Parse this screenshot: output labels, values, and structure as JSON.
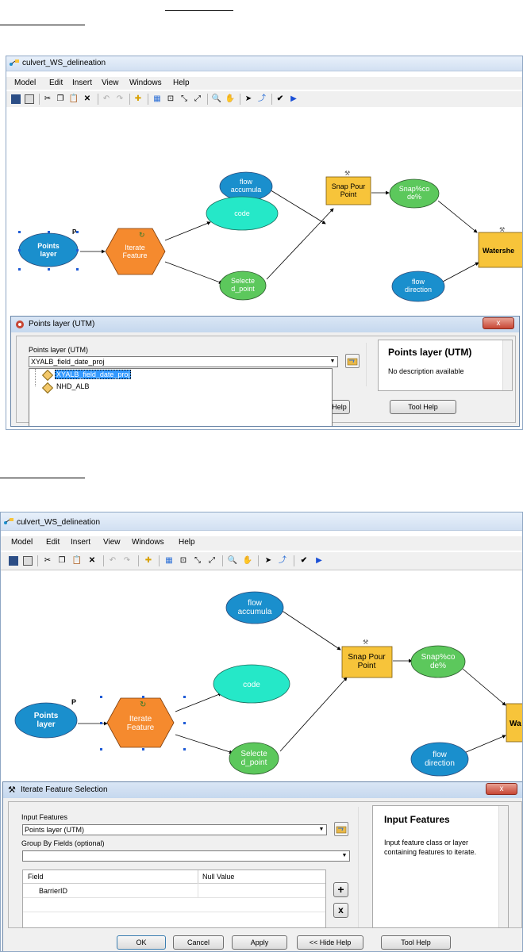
{
  "sections": {
    "top_label": "",
    "bottom_label": ""
  },
  "app": {
    "title": "culvert_WS_delineation",
    "menu": [
      "Model",
      "Edit",
      "Insert",
      "View",
      "Windows",
      "Help"
    ],
    "toolbar_icons": [
      "save-icon",
      "print-icon",
      "cut-icon",
      "copy-icon",
      "paste-icon",
      "delete-icon",
      "undo-icon",
      "redo-icon",
      "add-data-icon",
      "auto-layout-icon",
      "full-extent-icon",
      "zoom-in-icon",
      "zoom-out-icon",
      "zoom-icon",
      "pan-icon",
      "select-icon",
      "connect-icon",
      "validate-icon",
      "run-icon"
    ]
  },
  "model": {
    "nodes": {
      "flow_accum": "flow\naccumula",
      "snap_pour": "Snap Pour\nPoint",
      "snap_code": "Snap%co\nde%",
      "code": "code",
      "points": "Points\nlayer",
      "iterate": "Iterate\nFeature",
      "selected": "Selecte\nd_point",
      "flow_dir": "flow\ndirection",
      "watershed_top": "Watershe",
      "watershed_bottom": "Wa",
      "p_marker": "P"
    }
  },
  "dialog1": {
    "title": "Points layer (UTM)",
    "close": "x",
    "field_label": "Points layer (UTM)",
    "combo_value": "XYALB_field_date_proj",
    "dropdown_items": [
      "XYALB_field_date_proj",
      "NHD_ALB"
    ],
    "help_title": "Points layer (UTM)",
    "help_text": "No description available",
    "buttons": [
      "Hide Help",
      "Tool Help"
    ]
  },
  "dialog2": {
    "title": "Iterate Feature Selection",
    "close": "x",
    "input_label": "Input Features",
    "input_value": "Points layer (UTM)",
    "group_label": "Group By Fields (optional)",
    "table_headers": [
      "Field",
      "Null Value"
    ],
    "table_rows": [
      [
        "BarrierID",
        ""
      ]
    ],
    "help_title": "Input Features",
    "help_text": "Input feature class or layer containing features to iterate.",
    "buttons": [
      "OK",
      "Cancel",
      "Apply",
      "<< Hide Help",
      "Tool Help"
    ],
    "add_symbol": "+",
    "remove_symbol": "x"
  },
  "colors": {
    "input_blue": "#1a8fcd",
    "iterator_orange": "#f58a2e",
    "derived_green": "#5cc85c",
    "tool_yellow": "#f7c43a",
    "code_cyan": "#25e8c8"
  }
}
